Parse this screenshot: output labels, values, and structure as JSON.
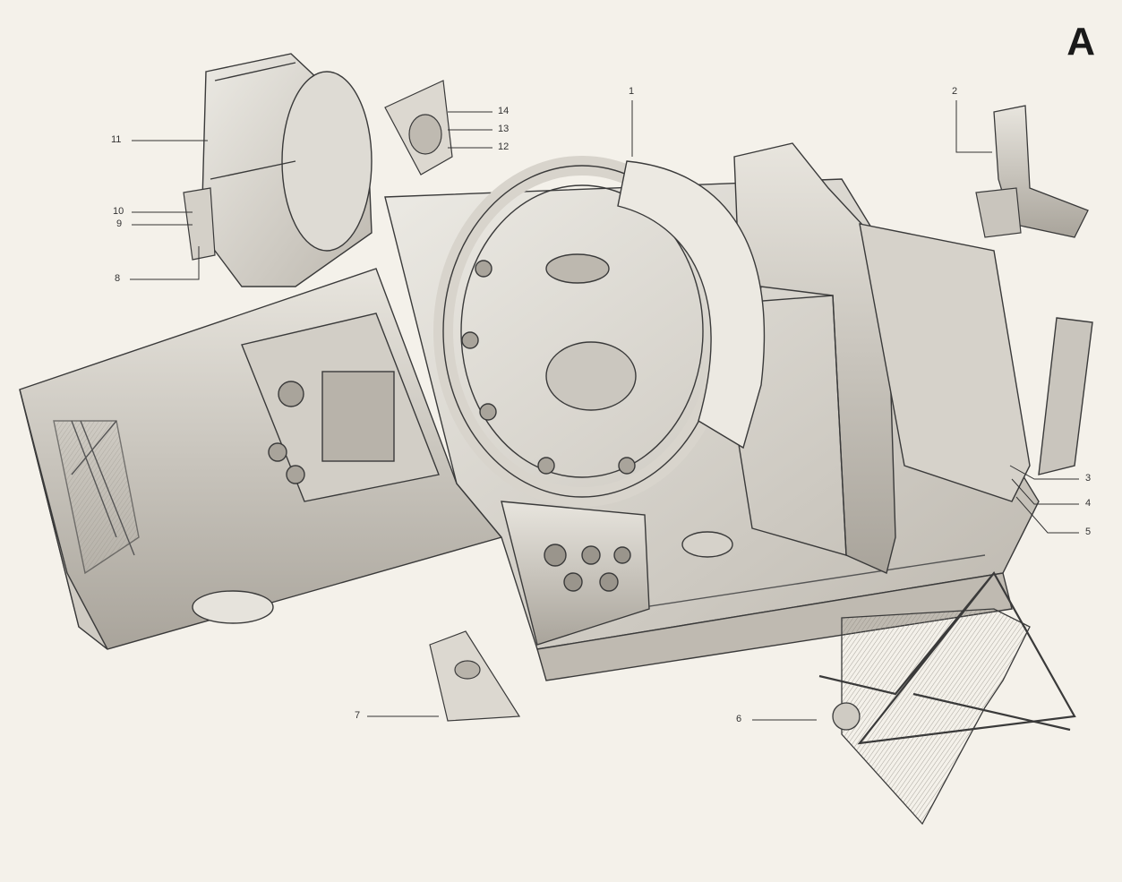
{
  "sheet_letter": "A",
  "callouts": [
    "1",
    "2",
    "3",
    "4",
    "5",
    "6",
    "7",
    "8",
    "9",
    "10",
    "11",
    "12",
    "13",
    "14"
  ],
  "colors": {
    "paper": "#f4f1ea",
    "ink": "#3a3a3a",
    "metal_light": "#e2dfd8",
    "metal_mid": "#c9c5bd",
    "metal_dark": "#a9a49b"
  }
}
